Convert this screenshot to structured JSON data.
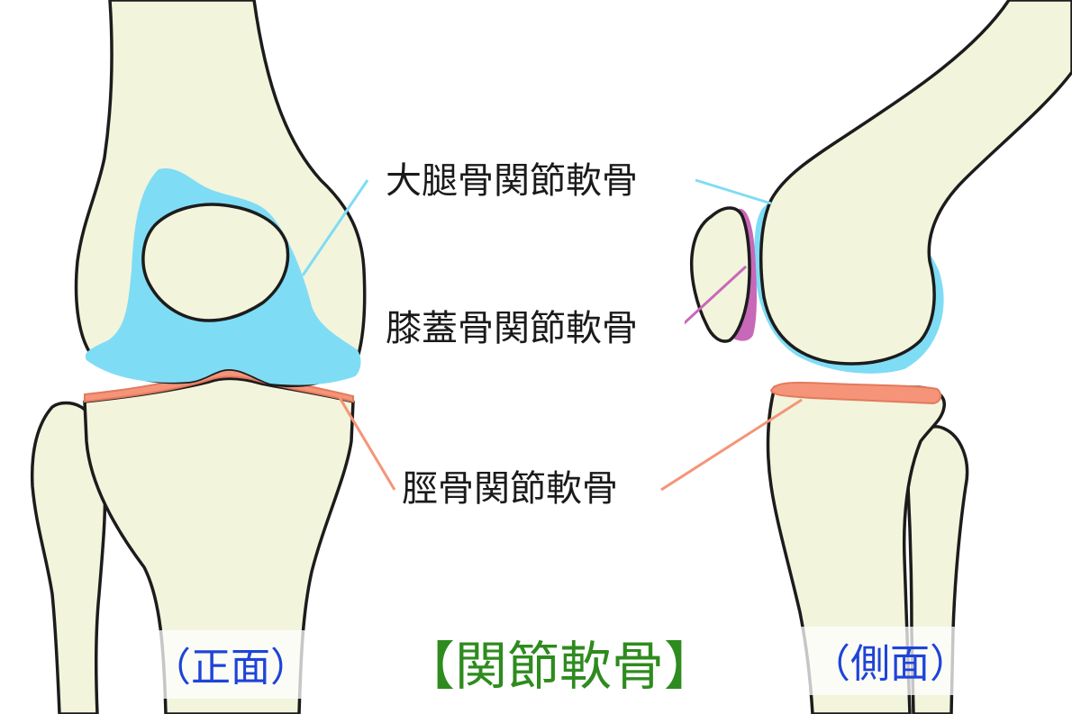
{
  "title": "【関節軟骨】",
  "labels": {
    "femoral_cartilage": "大腿骨関節軟骨",
    "patellar_cartilage": "膝蓋骨関節軟骨",
    "tibial_cartilage": "脛骨関節軟骨"
  },
  "views": {
    "front": "（正面）",
    "side": "（側面）"
  },
  "colors": {
    "bone_fill": "#f2f4dc",
    "outline": "#1c1c1c",
    "femoral_cartilage": "#7fdcf5",
    "patellar_cartilage": "#c868b8",
    "tibial_cartilage": "#f59478",
    "title": "#2e8b1e",
    "view_label": "#1e44d8"
  }
}
